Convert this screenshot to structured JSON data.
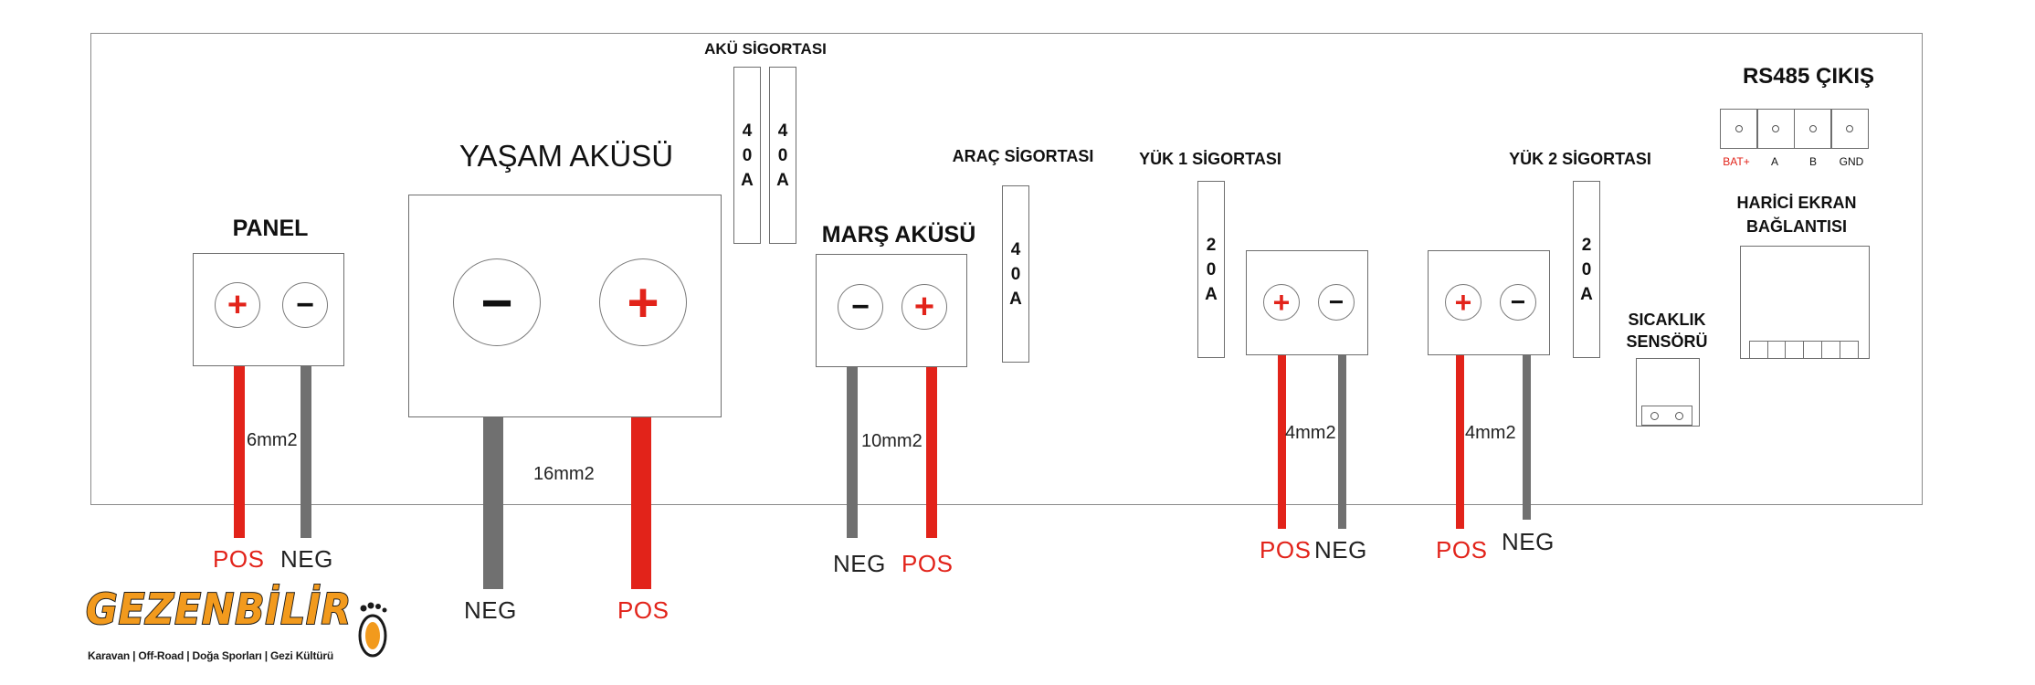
{
  "labels": {
    "panel": "PANEL",
    "yasam_akusu": "YAŞAM AKÜSÜ",
    "aku_sigortasi": "AKÜ SİGORTASI",
    "mars_akusu": "MARŞ AKÜSÜ",
    "arac_sigortasi": "ARAÇ SİGORTASI",
    "yuk1_sigortasi": "YÜK 1 SİGORTASI",
    "yuk2_sigortasi": "YÜK 2 SİGORTASI",
    "rs485": "RS485 ÇIKIŞ",
    "harici_ekran_1": "HARİCİ EKRAN",
    "harici_ekran_2": "BAĞLANTISI",
    "sicaklik_1": "SICAKLIK",
    "sicaklik_2": "SENSÖRÜ"
  },
  "symbols": {
    "plus": "+",
    "minus": "−"
  },
  "fuses": {
    "aku_1": [
      "4",
      "0",
      "A"
    ],
    "aku_2": [
      "4",
      "0",
      "A"
    ],
    "arac": [
      "4",
      "0",
      "A"
    ],
    "yuk1": [
      "2",
      "0",
      "A"
    ],
    "yuk2": [
      "2",
      "0",
      "A"
    ]
  },
  "wires": {
    "panel": "6mm2",
    "yasam": "16mm2",
    "mars": "10mm2",
    "yuk1": "4mm2",
    "yuk2": "4mm2"
  },
  "terminals": {
    "pos": "POS",
    "neg": "NEG"
  },
  "rs485_pins": [
    "BAT+",
    "A",
    "B",
    "GND"
  ],
  "logo": {
    "name": "GEZENBİLİR",
    "tagline": "Karavan | Off-Road | Doğa Sporları | Gezi Kültürü"
  },
  "colors": {
    "positive": "#e2231a",
    "negative": "#707070",
    "logo_orange": "#f29a1d"
  }
}
